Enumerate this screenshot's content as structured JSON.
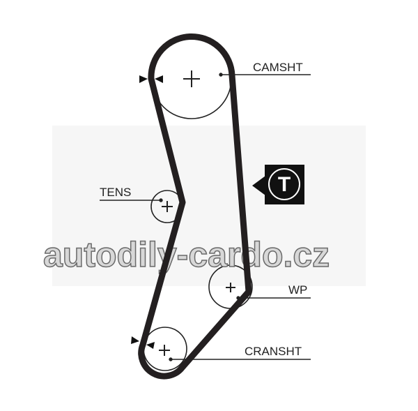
{
  "labels": {
    "camshaft": "CAMSHT",
    "tensioner": "TENS",
    "water_pump": "WP",
    "crankshaft": "CRANSHT",
    "tensioner_badge": "T"
  },
  "watermark": "autodily-cardo.cz",
  "colors": {
    "belt": "#231f20",
    "watermark_fill": "#d8d8d8",
    "background_band": "#f4f4f4"
  }
}
